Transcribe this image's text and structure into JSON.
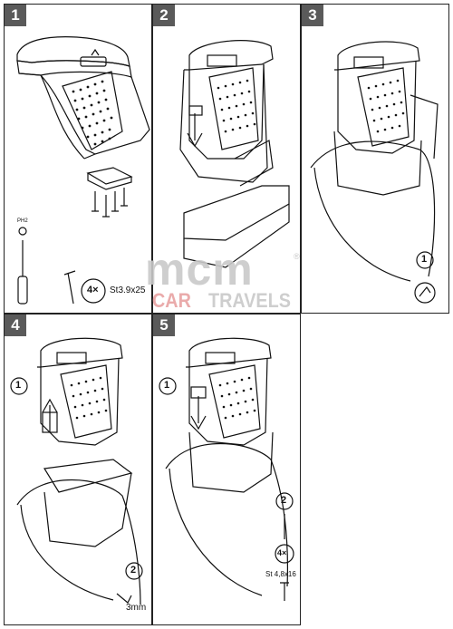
{
  "steps": [
    {
      "number": "1"
    },
    {
      "number": "2"
    },
    {
      "number": "3"
    },
    {
      "number": "4"
    },
    {
      "number": "5"
    }
  ],
  "step1": {
    "screw_count": "4×",
    "screw_spec": "St3.9x25",
    "screwdriver_label": "PH2"
  },
  "step3": {
    "callout": "1"
  },
  "step4": {
    "callout_1": "1",
    "callout_2": "2",
    "drill_size": "3mm"
  },
  "step5": {
    "callout_1": "1",
    "callout_2": "2",
    "screw_count": "4×",
    "screw_spec": "St 4,8x16"
  },
  "watermark": {
    "line1": "mcm",
    "registered": "®",
    "line2a": "CAR",
    "line2b": "TRAVELS"
  },
  "colors": {
    "step_badge": "#5a5a5a",
    "watermark_gray": "#c9c9c9",
    "watermark_red": "#e8a3a3"
  }
}
